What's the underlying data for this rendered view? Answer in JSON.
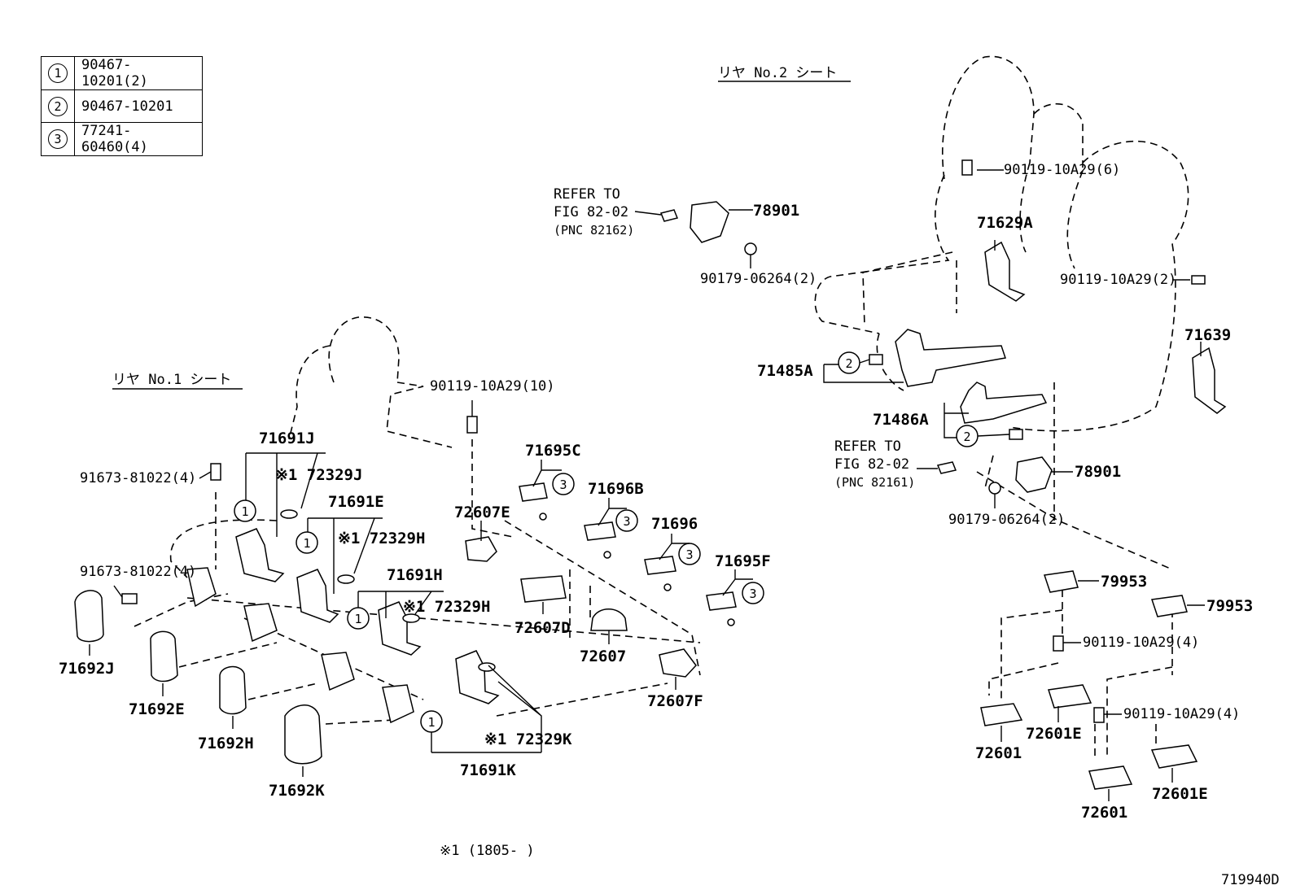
{
  "legend": [
    {
      "num": "1",
      "part": "90467-10201(2)"
    },
    {
      "num": "2",
      "part": "90467-10201"
    },
    {
      "num": "3",
      "part": "77241-60460(4)"
    }
  ],
  "section_titles": {
    "rear2": "リヤ No.2 シート",
    "rear1": "リヤ No.1 シート"
  },
  "refer_top": {
    "line1": "REFER TO",
    "line2": "FIG 82-02",
    "line3": "(PNC 82162)"
  },
  "refer_bottom": {
    "line1": "REFER TO",
    "line2": "FIG 82-02",
    "line3": "(PNC 82161)"
  },
  "labels": {
    "p78901_top": "78901",
    "p90179_top": "90179-06264(2)",
    "p90119_6": "90119-10A29(6)",
    "p71629A": "71629A",
    "p90119_2": "90119-10A29(2)",
    "p71639": "71639",
    "p71485A": "71485A",
    "p71486A": "71486A",
    "p78901_bot": "78901",
    "p90179_bot": "90179-06264(2)",
    "p79953a": "79953",
    "p79953b": "79953",
    "p90119_4a": "90119-10A29(4)",
    "p90119_4b": "90119-10A29(4)",
    "p72601a": "72601",
    "p72601Ea": "72601E",
    "p72601b": "72601",
    "p72601Eb": "72601E",
    "p90119_10": "90119-10A29(10)",
    "p71691J": "71691J",
    "p72329J": "※1 72329J",
    "p91673a": "91673-81022(4)",
    "p71691E": "71691E",
    "p72329H1": "※1 72329H",
    "p91673b": "91673-81022(4)",
    "p71691H": "71691H",
    "p72329H2": "※1 72329H",
    "p71692J": "71692J",
    "p71692E": "71692E",
    "p71692H": "71692H",
    "p71692K": "71692K",
    "p72329K": "※1 72329K",
    "p71691K": "71691K",
    "p72607E": "72607E",
    "p72607D": "72607D",
    "p72607": "72607",
    "p72607F": "72607F",
    "p71695C": "71695C",
    "p71696B": "71696B",
    "p71696": "71696",
    "p71695F": "71695F"
  },
  "callouts": {
    "one": "1",
    "two": "2",
    "three": "3"
  },
  "footnote": "※1 (1805-      )",
  "figure_id": "719940D"
}
